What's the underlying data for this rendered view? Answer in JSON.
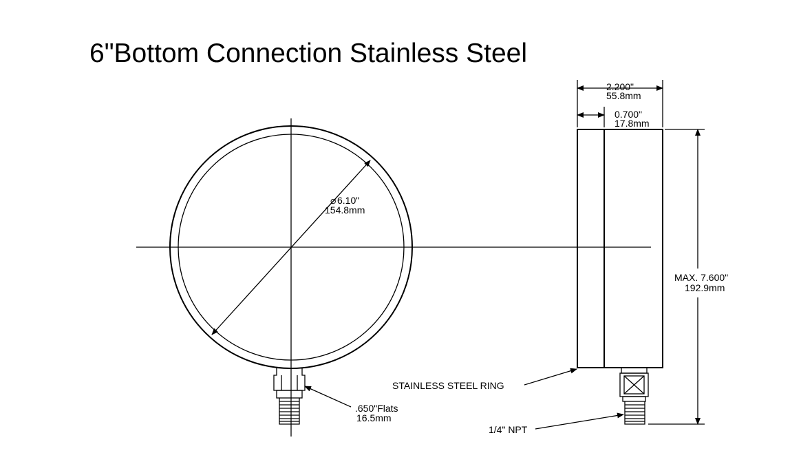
{
  "title": "6\"Bottom Connection Stainless Steel",
  "dimensions": {
    "diameter_in": "6.10\"",
    "diameter_mm": "154.8mm",
    "depth_in": "2.200\"",
    "depth_mm": "55.8mm",
    "ring_in": "0.700\"",
    "ring_mm": "17.8mm",
    "height_in": "MAX. 7.600\"",
    "height_mm": "192.9mm",
    "flats_in": ".650\"Flats",
    "flats_mm": "16.5mm"
  },
  "callouts": {
    "ring": "STAINLESS STEEL RING",
    "thread": "1/4\" NPT"
  },
  "symbols": {
    "diameter": "⌀"
  }
}
